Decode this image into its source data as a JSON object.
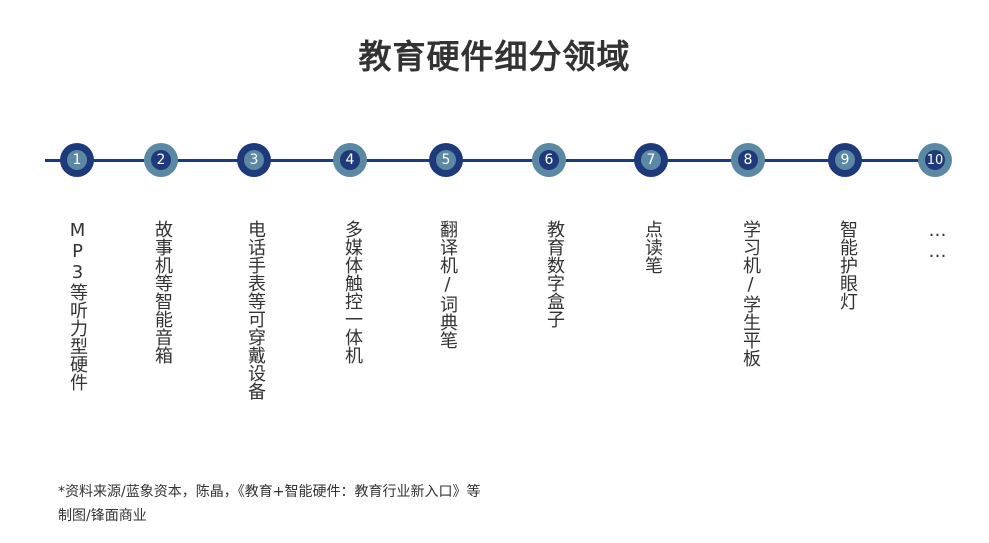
{
  "title": "教育硬件细分领域",
  "colors": {
    "dark": "#1e3a7b",
    "light": "#5b88a2",
    "text": "#333333"
  },
  "steps": [
    {
      "num": "1",
      "label": "MP3等听力型硬件"
    },
    {
      "num": "2",
      "label": "故事机等智能音箱"
    },
    {
      "num": "3",
      "label": "电话手表等可穿戴设备"
    },
    {
      "num": "4",
      "label": "多媒体触控一体机"
    },
    {
      "num": "5",
      "label": "翻译机/词典笔"
    },
    {
      "num": "6",
      "label": "教育数字盒子"
    },
    {
      "num": "7",
      "label": "点读笔"
    },
    {
      "num": "8",
      "label": "学习机/学生平板"
    },
    {
      "num": "9",
      "label": "智能护眼灯"
    },
    {
      "num": "10",
      "label": "……"
    }
  ],
  "footnote": {
    "line1": "*资料来源/蓝象资本，陈晶，《教育+智能硬件：教育行业新入口》等",
    "line2": "制图/锋面商业"
  }
}
